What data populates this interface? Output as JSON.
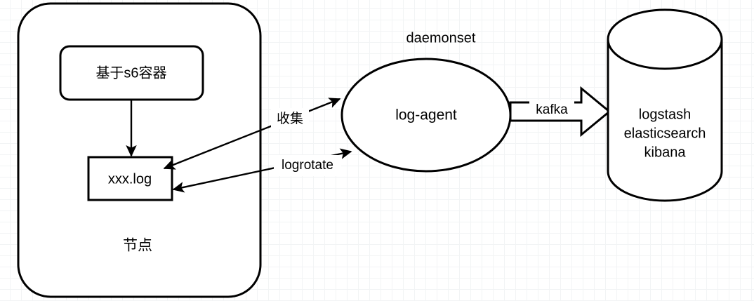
{
  "diagram": {
    "title_visible": false,
    "background": {
      "color": "#ffffff",
      "grid_minor_color": "#f2f4f5",
      "grid_major_color": "#e4e8ea",
      "grid_minor_step": 16,
      "grid_major_step": 80
    },
    "palette": {
      "stroke": "#000000",
      "fill": "#ffffff",
      "text": "#000000"
    },
    "nodes": {
      "node_container": {
        "label": "节点",
        "shape": "rounded-rectangle"
      },
      "s6_container": {
        "label": "基于s6容器",
        "shape": "rounded-rectangle"
      },
      "log_file": {
        "label": "xxx.log",
        "shape": "rectangle"
      },
      "log_agent": {
        "label": "log-agent",
        "shape": "ellipse"
      },
      "daemonset_label": {
        "label": "daemonset"
      },
      "storage": {
        "shape": "cylinder",
        "lines": [
          "logstash",
          "elasticsearch",
          "kibana"
        ]
      }
    },
    "edges": {
      "write": {
        "label": "",
        "from": "s6_container",
        "to": "log_file"
      },
      "collect": {
        "label": "收集",
        "from": "log_file",
        "to": "log_agent"
      },
      "logrotate": {
        "label": "logrotate",
        "from": "log_agent",
        "to": "log_file"
      },
      "kafka": {
        "label": "kafka",
        "from": "log_agent",
        "to": "storage",
        "shape": "block-arrow"
      }
    }
  }
}
